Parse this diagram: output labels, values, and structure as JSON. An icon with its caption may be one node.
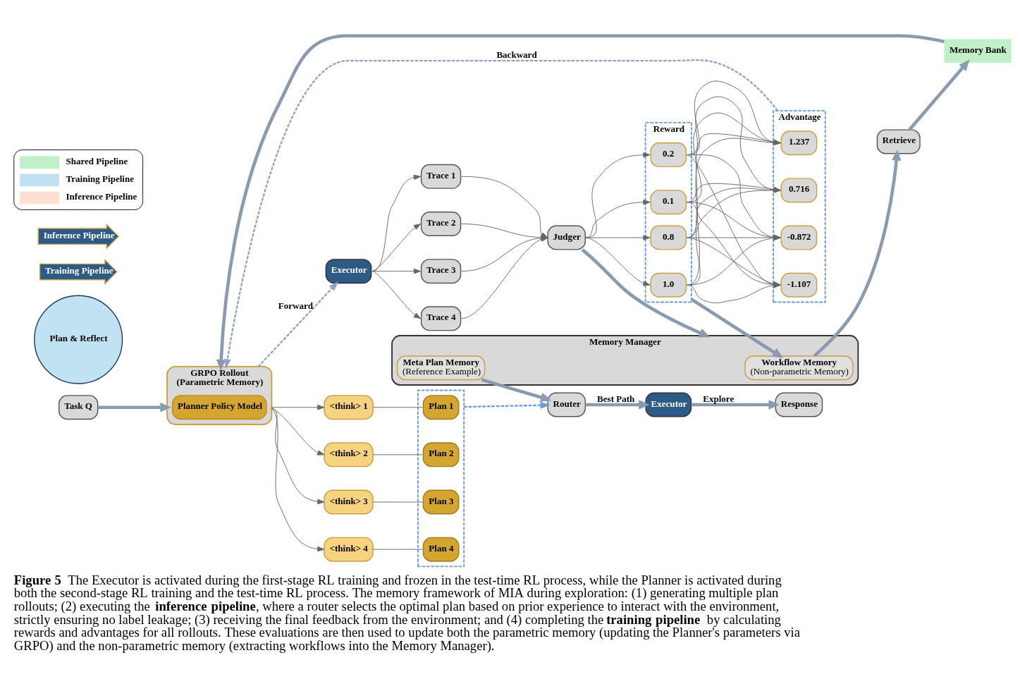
{
  "diagram": {
    "caption": "**Figure 5** The Executor is activated during the first-stage RL training and frozen in the test-time RL process, while the Planner is activated during both the second-stage RL training and the test-time RL process. The memory framework of MIA during exploration: (1) generating multiple plan rollouts; (2) executing the **inference pipeline**, where a router selects the optimal plan based on prior experience to interact with the environment, strictly ensuring no label leakage; (3) receiving the final feedback from the environment; and (4) completing the **training pipeline** by calculating rewards and advantages for all rollouts. These evaluations are then used to update both the parametric memory (updating the Planner's parameters via GRPO) and the non-parametric memory (extracting workflows into the Memory Manager).",
    "nodes": [
      {
        "text": [
          "Task Q"
        ]
      },
      {
        "text": [
          "Memory Bank"
        ]
      },
      {
        "text": [
          "GRPO Rollout",
          "(Parametric Memory)"
        ]
      },
      {
        "text": [
          "Planner Policy Model"
        ],
        "in": 2
      },
      {
        "text": [
          "<think> 1"
        ]
      },
      {
        "text": [
          "<think> 2"
        ]
      },
      {
        "text": [
          "<think> 3"
        ]
      },
      {
        "text": [
          "<think> 4"
        ]
      },
      {
        "text": [],
        "shape": "box"
      },
      {
        "text": [
          "Plan 1"
        ],
        "in": 8
      },
      {
        "text": [
          "Plan 2"
        ],
        "in": 8
      },
      {
        "text": [
          "Plan 3"
        ],
        "in": 8
      },
      {
        "text": [
          "Plan 4"
        ],
        "in": 8
      },
      {
        "text": [
          "Plan & Reflect"
        ]
      },
      {
        "text": [
          "Executor"
        ]
      },
      {
        "text": [
          "Trace 1"
        ]
      },
      {
        "text": [
          "Trace 2"
        ]
      },
      {
        "text": [
          "Trace 3"
        ]
      },
      {
        "text": [
          "Trace 4"
        ]
      },
      {
        "text": [
          "Judger"
        ]
      },
      {
        "text": [
          "Reward"
        ]
      },
      {
        "text": [
          "1.0"
        ],
        "in": 20
      },
      {
        "text": [
          "0.8"
        ],
        "in": 20
      },
      {
        "text": [
          "0.2"
        ],
        "in": 20
      },
      {
        "text": [
          "0.1"
        ],
        "in": 20
      },
      {
        "text": [
          "Advantage"
        ]
      },
      {
        "text": [
          "1.237"
        ],
        "in": 25
      },
      {
        "text": [
          "0.716"
        ],
        "in": 25
      },
      {
        "text": [
          "-0.872"
        ],
        "in": 25
      },
      {
        "text": [
          "-1.107"
        ],
        "in": 25
      },
      {
        "text": [
          "Memory Manager"
        ]
      },
      {
        "text": [
          "Workflow Memory",
          "(Non-parametric Memory)"
        ],
        "in": 30
      },
      {
        "text": [
          "Meta Plan Memory",
          "(Reference Example)"
        ],
        "in": 30
      },
      {
        "text": [
          "Retrieve"
        ]
      },
      {
        "text": [
          "Router"
        ]
      },
      {
        "text": [
          "Executor"
        ]
      },
      {
        "text": [
          "Response"
        ]
      },
      {
        "text": [
          "Training Pipeline"
        ]
      },
      {
        "text": [
          "Inference Pipeline"
        ]
      }
    ],
    "edges": [
      {
        "from": 0,
        "to": 2,
        "arrow": "to",
        "style": "thick",
        "color": "#8a9bb0"
      },
      {
        "from": 1,
        "to": 2,
        "arrow": "to",
        "style": "thick",
        "color": "#8a9bb0"
      },
      {
        "from": 2,
        "to": 4,
        "arrow": "to"
      },
      {
        "from": 2,
        "to": 5,
        "arrow": "to"
      },
      {
        "from": 2,
        "to": 6,
        "arrow": "to"
      },
      {
        "from": 2,
        "to": 7,
        "arrow": "to"
      },
      {
        "from": 4,
        "to": 9,
        "arrow": "none"
      },
      {
        "from": 5,
        "to": 10,
        "arrow": "none"
      },
      {
        "from": 6,
        "to": 11,
        "arrow": "none"
      },
      {
        "from": 7,
        "to": 12,
        "arrow": "none"
      },
      {
        "from": 2,
        "to": 14,
        "label": "Forward",
        "arrow": "to",
        "style": "dashed",
        "color": "#8fa3c8"
      },
      {
        "from": 8,
        "to": 34,
        "arrow": "to",
        "style": "dashed",
        "color": "#6a9bd8"
      },
      {
        "from": 14,
        "to": 15,
        "arrow": "to"
      },
      {
        "from": 14,
        "to": 16,
        "arrow": "to"
      },
      {
        "from": 14,
        "to": 17,
        "arrow": "to"
      },
      {
        "from": 14,
        "to": 18,
        "arrow": "to"
      },
      {
        "from": 15,
        "to": 19,
        "arrow": "to"
      },
      {
        "from": 16,
        "to": 19,
        "arrow": "to"
      },
      {
        "from": 17,
        "to": 19,
        "arrow": "to"
      },
      {
        "from": 18,
        "to": 19,
        "arrow": "to"
      },
      {
        "from": 19,
        "to": 21,
        "arrow": "to"
      },
      {
        "from": 19,
        "to": 22,
        "arrow": "to"
      },
      {
        "from": 19,
        "to": 23,
        "arrow": "to"
      },
      {
        "from": 19,
        "to": 24,
        "arrow": "to"
      },
      {
        "from": 21,
        "to": 26,
        "arrow": "to"
      },
      {
        "from": 21,
        "to": 27,
        "arrow": "to"
      },
      {
        "from": 21,
        "to": 28,
        "arrow": "to"
      },
      {
        "from": 21,
        "to": 29,
        "arrow": "to"
      },
      {
        "from": 22,
        "to": 26,
        "arrow": "to"
      },
      {
        "from": 22,
        "to": 27,
        "arrow": "to"
      },
      {
        "from": 22,
        "to": 28,
        "arrow": "to"
      },
      {
        "from": 22,
        "to": 29,
        "arrow": "to"
      },
      {
        "from": 23,
        "to": 26,
        "arrow": "to"
      },
      {
        "from": 23,
        "to": 27,
        "arrow": "to"
      },
      {
        "from": 23,
        "to": 28,
        "arrow": "to"
      },
      {
        "from": 23,
        "to": 29,
        "arrow": "to"
      },
      {
        "from": 24,
        "to": 26,
        "arrow": "to"
      },
      {
        "from": 24,
        "to": 27,
        "arrow": "to"
      },
      {
        "from": 24,
        "to": 28,
        "arrow": "to"
      },
      {
        "from": 24,
        "to": 29,
        "arrow": "to"
      },
      {
        "from": 25,
        "to": 2,
        "label": "Backward",
        "arrow": "to",
        "style": "dashed",
        "color": "#8fa3c8"
      },
      {
        "from": 19,
        "to": 30,
        "arrow": "to",
        "style": "thick",
        "color": "#8a9bb0"
      },
      {
        "from": 20,
        "to": 31,
        "arrow": "to",
        "style": "thick",
        "color": "#8a9bb0"
      },
      {
        "from": 31,
        "to": 33,
        "arrow": "to",
        "style": "thick",
        "color": "#8a9bb0"
      },
      {
        "from": 33,
        "to": 1,
        "arrow": "to",
        "style": "thick",
        "color": "#8a9bb0"
      },
      {
        "from": 32,
        "to": 34,
        "arrow": "to",
        "style": "thick",
        "color": "#8a9bb0"
      },
      {
        "from": 34,
        "to": 35,
        "label": "Best Path",
        "arrow": "to",
        "style": "thick",
        "color": "#8a9bb0"
      },
      {
        "from": 35,
        "to": 36,
        "label": "Explore",
        "arrow": "to",
        "style": "thick",
        "color": "#8a9bb0"
      }
    ],
    "legend": [
      {
        "text": "Shared Pipeline",
        "color": "#c1f0c8"
      },
      {
        "text": "Training Pipeline",
        "color": "#c0e2f3"
      },
      {
        "text": "Inference Pipeline",
        "color": "#fbe0d3"
      }
    ]
  }
}
